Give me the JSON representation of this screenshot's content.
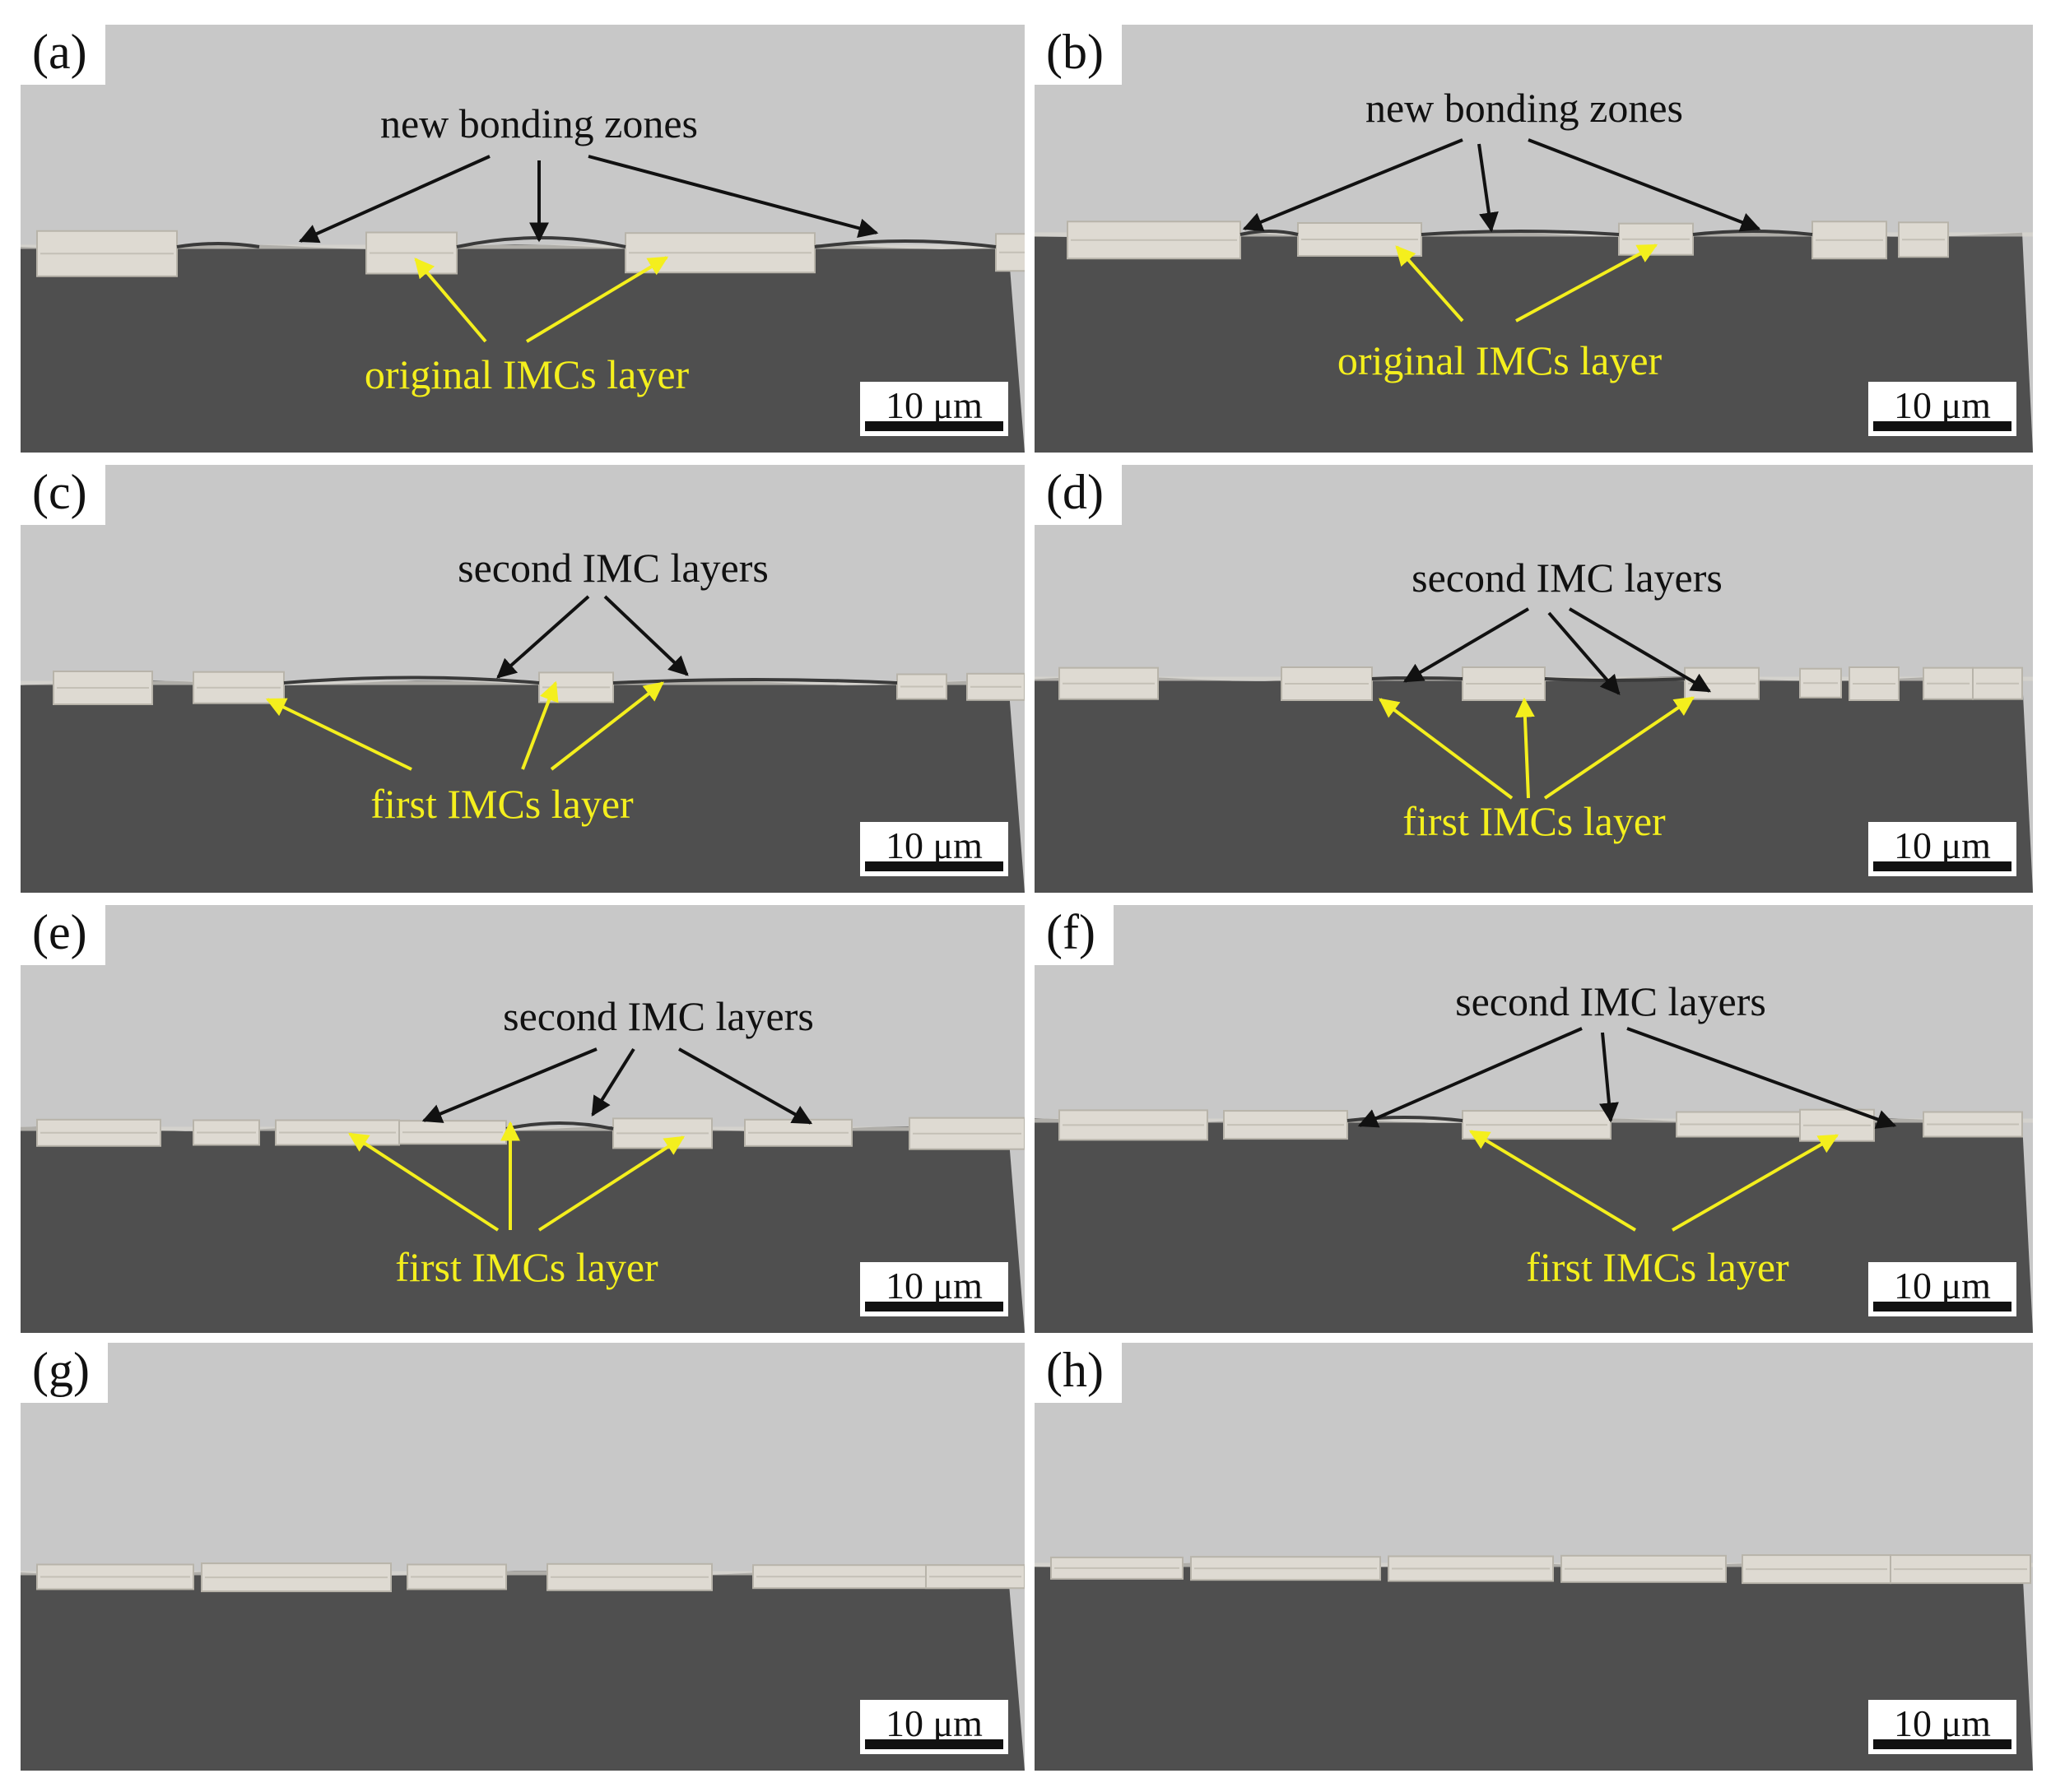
{
  "panels": [
    {
      "label": "(a)",
      "black_annotation": "new bonding zones",
      "yellow_annotation": "original IMCs layer",
      "scale_bar": "10 μm"
    },
    {
      "label": "(b)",
      "black_annotation": "new bonding zones",
      "yellow_annotation": "original IMCs layer",
      "scale_bar": "10 μm"
    },
    {
      "label": "(c)",
      "black_annotation": "second IMC layers",
      "yellow_annotation": "first IMCs layer",
      "scale_bar": "10 μm"
    },
    {
      "label": "(d)",
      "black_annotation": "second IMC layers",
      "yellow_annotation": "first IMCs layer",
      "scale_bar": "10 μm"
    },
    {
      "label": "(e)",
      "black_annotation": "second IMC layers",
      "yellow_annotation": "first IMCs layer",
      "scale_bar": "10 μm"
    },
    {
      "label": "(f)",
      "black_annotation": "second IMC layers",
      "yellow_annotation": "first IMCs layer",
      "scale_bar": "10 μm"
    },
    {
      "label": "(g)",
      "scale_bar": "10 μm"
    },
    {
      "label": "(h)",
      "scale_bar": "10 μm"
    }
  ],
  "colors": {
    "upper_metal": "#c8c8c8",
    "lower_metal": "#4f4f4f",
    "imc_layer": "#dedad2",
    "black_arrow": "#111111",
    "yellow_arrow": "#f4ef1d"
  }
}
